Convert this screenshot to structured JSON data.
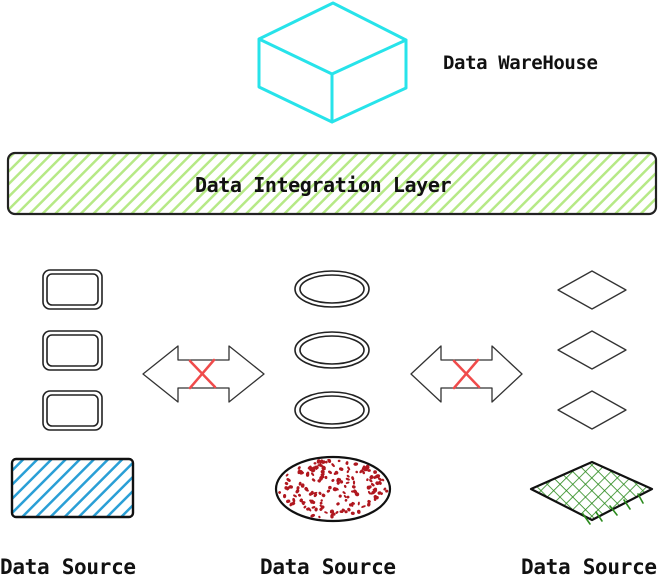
{
  "warehouse": {
    "label": "Data WareHouse",
    "icon": "cube-icon",
    "color": "#27e3ea"
  },
  "integration_layer": {
    "label": "Data Integration Layer",
    "fill_color": "#b6e986",
    "border_color": "#222222"
  },
  "sources": [
    {
      "label": "Data Source",
      "stack_icon": "rounded-rectangle-icon",
      "store_icon": "hatched-rectangle-icon",
      "fill_color": "#2a9fd6"
    },
    {
      "label": "Data Source",
      "stack_icon": "ellipse-icon",
      "store_icon": "dotted-ellipse-icon",
      "fill_color": "#b0171f"
    },
    {
      "label": "Data Source",
      "stack_icon": "diamond-icon",
      "store_icon": "crosshatched-diamond-icon",
      "fill_color": "#2b8a1d"
    }
  ],
  "connectors": [
    {
      "icon": "double-arrow-icon",
      "mark_icon": "cross-icon",
      "mark_color": "#f04b4b"
    },
    {
      "icon": "double-arrow-icon",
      "mark_icon": "cross-icon",
      "mark_color": "#f04b4b"
    }
  ]
}
